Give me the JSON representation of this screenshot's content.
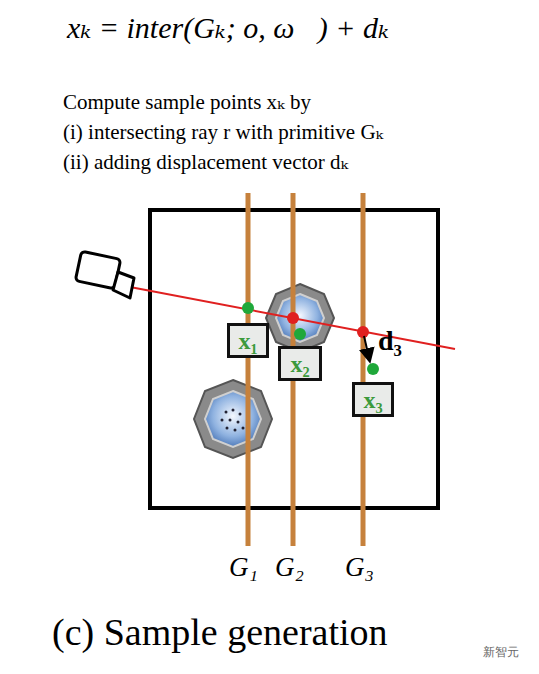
{
  "diagram": {
    "caption": "(c) Sample generation",
    "nodes": [
      {
        "text": [
          "x₁"
        ]
      },
      {
        "text": [
          "x₂"
        ]
      },
      {
        "text": [
          "x₃"
        ]
      }
    ],
    "edges": [],
    "labels": [
      "xₖ = inter(Gₖ; o, ω⃗) + dₖ",
      "Compute sample points xₖ by",
      "(i)  intersecting ray r with primitive Gₖ",
      "(ii)  adding displacement vector dₖ",
      "d₃",
      "G₁",
      "G₂",
      "G₃",
      "新智元"
    ]
  }
}
